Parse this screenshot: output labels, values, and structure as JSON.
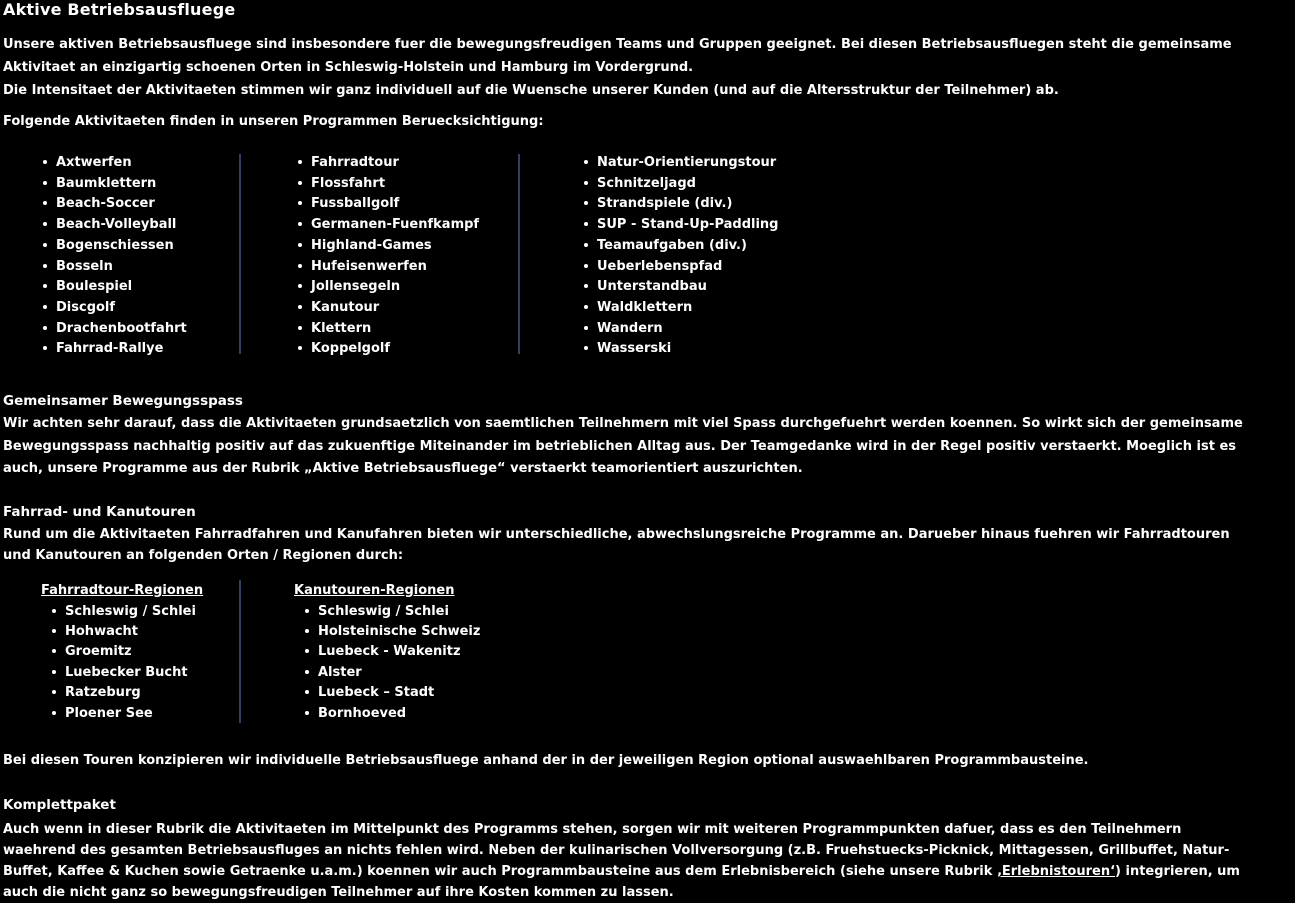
{
  "colors": {
    "background": "#000000",
    "text": "#ffffff",
    "divider": "#31405c"
  },
  "title": "Aktive Betriebsausfluege",
  "intro": {
    "paragraph1": "Unsere aktiven Betriebsausfluege sind insbesondere fuer die bewegungsfreudigen Teams und Gruppen geeignet. Bei diesen Betriebsausfluegen steht die gemeinsame Aktivitaet an einzigartig schoenen Orten in Schleswig-Holstein und Hamburg im Vordergrund.",
    "paragraph2": "Die Intensitaet der Aktivitaeten stimmen wir ganz individuell auf die Wuensche unserer Kunden (und auf die Altersstruktur der Teilnehmer) ab.",
    "paragraph3": "Folgende Aktivitaeten finden in unseren Programmen Beruecksichtigung:"
  },
  "activities": {
    "col1": [
      "Axtwerfen",
      "Baumklettern",
      "Beach-Soccer",
      "Beach-Volleyball",
      "Bogenschiessen",
      "Bosseln",
      "Boulespiel",
      "Discgolf",
      "Drachenbootfahrt",
      "Fahrrad-Rallye"
    ],
    "col2": [
      "Fahrradtour",
      "Flossfahrt",
      "Fussballgolf",
      "Germanen-Fuenfkampf",
      "Highland-Games",
      "Hufeisenwerfen",
      "Jollensegeln",
      "Kanutour",
      "Klettern",
      "Koppelgolf"
    ],
    "col3": [
      "Natur-Orientierungstour",
      "Schnitzeljagd",
      "Strandspiele (div.)",
      "SUP - Stand-Up-Paddling",
      "Teamaufgaben (div.)",
      "Ueberlebenspfad",
      "Unterstandbau",
      "Waldklettern",
      "Wandern",
      "Wasserski"
    ]
  },
  "bewegung": {
    "heading": "Gemeinsamer Bewegungsspass",
    "body": "Wir achten sehr darauf, dass die Aktivitaeten grundsaetzlich von saemtlichen Teilnehmern mit viel Spass durchgefuehrt werden koennen. So wirkt sich der gemeinsame Bewegungsspass nachhaltig positiv auf das zukuenftige Miteinander im betrieblichen Alltag aus. Der Teamgedanke wird in der Regel positiv verstaerkt. Moeglich ist es auch, unsere Programme aus der Rubrik „Aktive Betriebsausfluege“ verstaerkt teamorientiert auszurichten."
  },
  "touren": {
    "heading": "Fahrrad- und Kanutouren",
    "body": "Rund um die Aktivitaeten Fahrradfahren und Kanufahren bieten wir unterschiedliche, abwechslungsreiche Programme an. Darueber hinaus fuehren wir Fahrradtouren und Kanutouren an folgenden Orten / Regionen durch:",
    "note": "Bei diesen Touren konzipieren wir individuelle Betriebsausfluege anhand der in der jeweiligen Region optional auswaehlbaren Programmbausteine."
  },
  "regions": {
    "fahrrad": {
      "heading": "Fahrradtour-Regionen",
      "items": [
        "Schleswig / Schlei",
        "Hohwacht",
        "Groemitz",
        "Luebecker Bucht",
        "Ratzeburg",
        "Ploener See"
      ]
    },
    "kanu": {
      "heading": "Kanutouren-Regionen",
      "items": [
        "Schleswig / Schlei",
        "Holsteinische Schweiz",
        "Luebeck - Wakenitz",
        "Alster",
        "Luebeck – Stadt",
        "Bornhoeved"
      ]
    }
  },
  "komplett": {
    "heading": "Komplettpaket",
    "body_before": "Auch wenn in dieser Rubrik die Aktivitaeten im Mittelpunkt des Programms stehen, sorgen wir mit weiteren Programmpunkten dafuer, dass es den Teilnehmern waehrend des gesamten Betriebsausfluges an nichts fehlen wird. Neben der kulinarischen Vollversorgung (z.B. Fruehstuecks-Picknick, Mittagessen, Grillbuffet, Natur-Buffet, Kaffee & Kuchen sowie Getraenke u.a.m.) koennen wir auch Programmbausteine aus dem Erlebnisbereich (siehe unsere Rubrik ",
    "link_label": "‚Erlebnistouren‘",
    "body_after": ") integrieren, um auch die nicht ganz so bewegungsfreudigen Teilnehmer auf ihre Kosten kommen zu lassen."
  }
}
